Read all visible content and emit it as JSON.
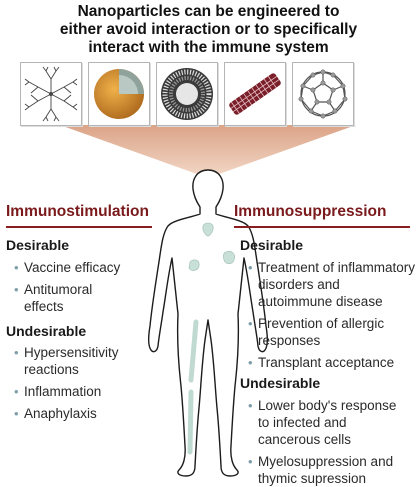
{
  "title": {
    "line1": "Nanoparticles can be engineered to",
    "line2": "either avoid interaction or to specifically",
    "line3": "interact with the immune system"
  },
  "nanoparticles": [
    {
      "icon": "dendrimer-icon"
    },
    {
      "icon": "core-shell-sphere-icon"
    },
    {
      "icon": "liposome-icon"
    },
    {
      "icon": "carbon-nanotube-icon"
    },
    {
      "icon": "fullerene-icon"
    }
  ],
  "colors": {
    "heading": "#7a1a1c",
    "triangle": "#e6b69c",
    "bullet": "#7e9ea8",
    "organs": "#c9e0d9"
  },
  "left": {
    "heading": "Immunostimulation",
    "desirable": {
      "label": "Desirable",
      "items": [
        {
          "lines": [
            "Vaccine efficacy"
          ]
        },
        {
          "lines": [
            "Antitumoral",
            "effects"
          ]
        }
      ]
    },
    "undesirable": {
      "label": "Undesirable",
      "items": [
        {
          "lines": [
            "Hypersensitivity",
            "reactions"
          ]
        },
        {
          "lines": [
            "Inflammation"
          ]
        },
        {
          "lines": [
            "Anaphylaxis"
          ]
        }
      ]
    }
  },
  "right": {
    "heading": "Immunosuppression",
    "desirable": {
      "label": "Desirable",
      "items": [
        {
          "lines": [
            "Treatment of inflammatory",
            "disorders and",
            "autoimmune disease"
          ]
        },
        {
          "lines": [
            "Prevention of allergic",
            "responses"
          ]
        },
        {
          "lines": [
            "Transplant acceptance"
          ]
        }
      ]
    },
    "undesirable": {
      "label": "Undesirable",
      "items": [
        {
          "lines": [
            "Lower body's response",
            "to infected and",
            "cancerous cells"
          ]
        },
        {
          "lines": [
            "Myelosuppression and",
            "thymic supression"
          ]
        }
      ]
    }
  }
}
